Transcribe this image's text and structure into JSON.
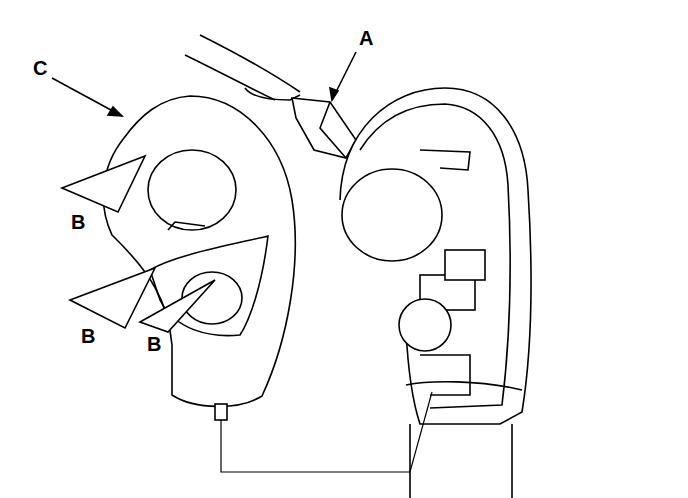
{
  "diagram": {
    "labels": [
      "A",
      "C",
      "B",
      "B",
      "B"
    ]
  }
}
